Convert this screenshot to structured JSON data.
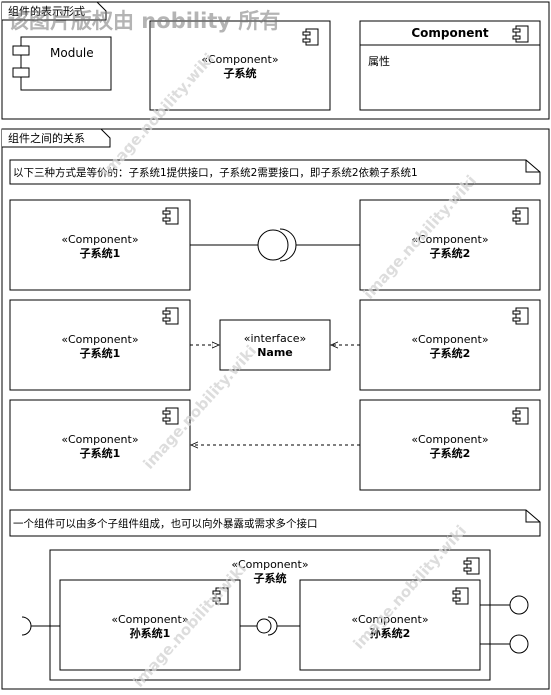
{
  "watermark": {
    "header": "该图片版权由 nobility 所有",
    "diagonal": "image.nobility.wiki"
  },
  "frame1": {
    "title": "组件的表示形式",
    "module_label": "Module",
    "box2": {
      "stereotype": "«Component»",
      "name": "子系统"
    },
    "box3": {
      "title": "Component",
      "attribute": "属性"
    }
  },
  "frame2": {
    "title": "组件之间的关系",
    "note1": "以下三种方式是等价的：子系统1提供接口，子系统2需要接口，即子系统2依赖子系统1",
    "rows": [
      {
        "left": {
          "stereotype": "«Component»",
          "name": "子系统1"
        },
        "right": {
          "stereotype": "«Component»",
          "name": "子系统2"
        }
      },
      {
        "left": {
          "stereotype": "«Component»",
          "name": "子系统1"
        },
        "interface": {
          "stereotype": "«interface»",
          "name": "Name"
        },
        "right": {
          "stereotype": "«Component»",
          "name": "子系统2"
        }
      },
      {
        "left": {
          "stereotype": "«Component»",
          "name": "子系统1"
        },
        "right": {
          "stereotype": "«Component»",
          "name": "子系统2"
        }
      }
    ],
    "note2": "一个组件可以由多个子组件组成，也可以向外暴露或需求多个接口",
    "outer": {
      "stereotype": "«Component»",
      "name": "子系统",
      "inner1": {
        "stereotype": "«Component»",
        "name": "孙系统1"
      },
      "inner2": {
        "stereotype": "«Component»",
        "name": "孙系统2"
      }
    }
  },
  "colors": {
    "stroke": "#000000",
    "watermark_header": "#777777",
    "watermark_diag": "#d2d2d2"
  }
}
